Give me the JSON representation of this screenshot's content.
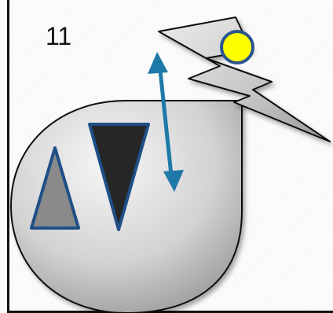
{
  "slide": {
    "number": "11"
  },
  "icons": {
    "blob": "gray-teardrop-shape",
    "left_triangle": "small-gray-triangle",
    "right_triangle": "large-dark-inverted-triangle",
    "arrow": "double-headed-arrow",
    "bolt": "lightning-bolt",
    "circle": "yellow-circle"
  },
  "colors": {
    "blob_light": "#f4f4f4",
    "blob_dark": "#8c8c8c",
    "triangle_gray": "#8a8a8a",
    "triangle_dark": "#262626",
    "triangle_outline": "#1f4f86",
    "arrow": "#1e78a8",
    "bolt_light": "#dedede",
    "bolt_dark": "#9a9a9a",
    "circle_fill": "#ffff00",
    "circle_outline": "#2a5590"
  }
}
